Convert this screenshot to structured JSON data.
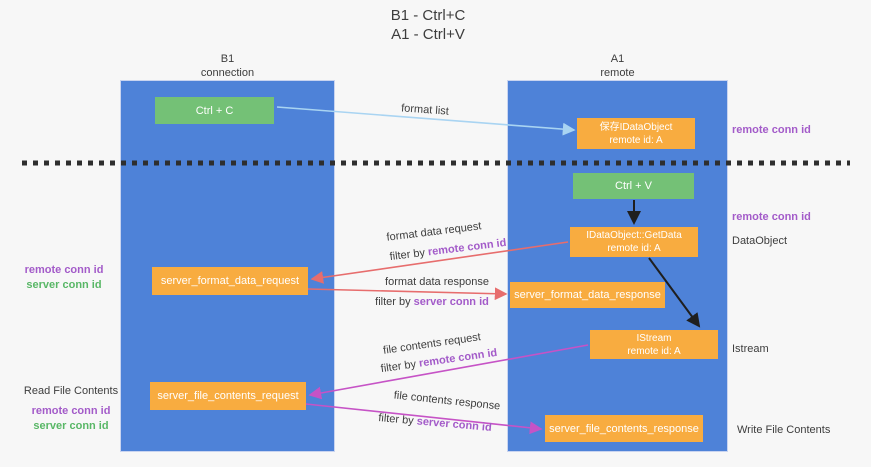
{
  "title": {
    "line1": "B1 - Ctrl+C",
    "line2": "A1 - Ctrl+V"
  },
  "lanes": {
    "left": {
      "name": "B1",
      "role": "connection"
    },
    "right": {
      "name": "A1",
      "role": "remote"
    }
  },
  "nodes": {
    "ctrl_c": {
      "label": "Ctrl + C"
    },
    "saved_idataobject": {
      "line1": "保存IDataObject",
      "line2": "remote id: A"
    },
    "ctrl_v": {
      "label": "Ctrl + V"
    },
    "getdata": {
      "line1": "IDataObject::GetData",
      "line2": "remote id: A"
    },
    "format_request": {
      "label": "server_format_data_request"
    },
    "format_response": {
      "label": "server_format_data_response"
    },
    "istream": {
      "line1": "IStream",
      "line2": "remote id: A"
    },
    "file_request": {
      "label": "server_file_contents_request"
    },
    "file_response": {
      "label": "server_file_contents_response"
    }
  },
  "flow_labels": {
    "format_list": "format list",
    "format_data_request": "format data request",
    "format_data_response": "format data response",
    "file_contents_request": "file contents request",
    "file_contents_response": "file contents response",
    "filter_by": "filter by",
    "remote_conn_id": "remote conn id",
    "server_conn_id": "server conn id"
  },
  "side_labels": {
    "remote_conn_id": "remote conn id",
    "server_conn_id": "server conn id",
    "dataobject": "DataObject",
    "istream": "Istream",
    "read_file_contents": "Read File Contents",
    "write_file_contents": "Write File Contents"
  },
  "colors": {
    "bg": "#f7f7f7",
    "panel-blue": "#4e82d8",
    "box-green": "#74c176",
    "box-orange": "#f8ac40",
    "arrow-blue": "#a9d4f2",
    "arrow-black": "#1f1f1f",
    "arrow-red": "#e76d6d",
    "arrow-magenta": "#c653c6",
    "purple": "#a35bc9",
    "green-text": "#58b766",
    "ink": "#3d3d3d",
    "dash": "#2e2e2e"
  }
}
